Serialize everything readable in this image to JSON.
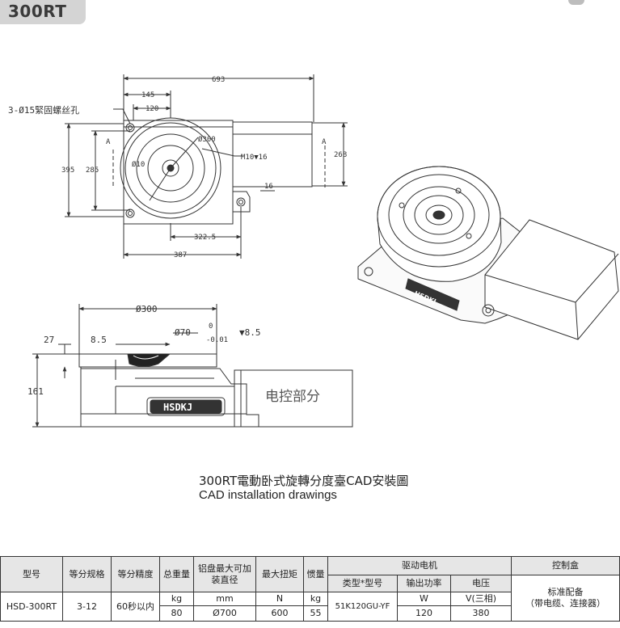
{
  "model_tab": "300RT",
  "captions": {
    "cn": "300RT電動卧式旋轉分度臺CAD安裝圖",
    "en": "CAD installation drawings"
  },
  "drawing": {
    "dims": {
      "d_693": "693",
      "d_145": "145",
      "d_120": "120",
      "d_395": "395",
      "d_285": "285",
      "d_268": "268",
      "d_16": "16",
      "d_322": "322.5",
      "d_387": "387",
      "hole_callout": "3-Ø15緊固螺丝孔",
      "thread": "M10▼16",
      "phi300_top": "Ø300",
      "phi10": "Ø10",
      "section_a": "A",
      "phi300_side": "Ø300",
      "phi70": "Ø70",
      "tol_upper": "0",
      "tol_lower": "-0.01",
      "depth": "▼8.5",
      "d_27": "27",
      "d_85": "8.5",
      "d_161": "161",
      "logo": "HSDKJ",
      "electric_label": "电控部分"
    }
  },
  "table": {
    "headers": {
      "model": "型号",
      "division": "等分规格",
      "precision": "等分精度",
      "weight": "总重量",
      "disc_max": "铝盘最大可加装直径",
      "torque": "最大扭矩",
      "inertia": "惯量",
      "motor_group": "驱动电机",
      "control_group": "控制盒",
      "motor_type": "类型*型号",
      "output_power": "输出功率",
      "voltage": "电压",
      "control_standard": "标准配备",
      "control_detail": "（带电缆、连接器）"
    },
    "units": {
      "weight": "kg",
      "disc": "mm",
      "torque": "N",
      "inertia": "kg",
      "power": "W",
      "voltage": "V(三相)"
    },
    "row": {
      "model": "HSD-300RT",
      "division": "3-12",
      "precision": "60秒以内",
      "weight": "80",
      "disc": "Ø700",
      "torque": "600",
      "inertia": "55",
      "motor_type": "51K120GU-YF",
      "power": "120",
      "voltage": "380"
    }
  }
}
